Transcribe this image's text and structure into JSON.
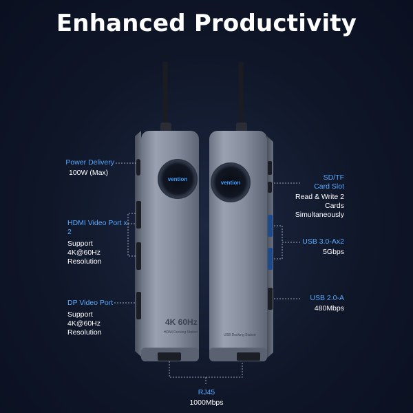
{
  "title": "Enhanced Productivity",
  "product": {
    "brand": "vention",
    "badge_left": "4K 60Hz",
    "subtext_left": "HDMI Docking Station",
    "subtext_right": "USB Docking Station"
  },
  "callouts": {
    "power_delivery": {
      "head": "Power Delivery",
      "detail": "100W (Max)"
    },
    "hdmi": {
      "head": "HDMI Video Port x 2",
      "line1": "Support",
      "line2": "4K@60Hz",
      "line3": "Resolution"
    },
    "dp": {
      "head": "DP Video Port",
      "line1": "Support",
      "line2": "4K@60Hz",
      "line3": "Resolution"
    },
    "sd_tf": {
      "head1": "SD/TF",
      "head2": "Card Slot",
      "line1": "Read & Write 2 Cards",
      "line2": "Simultaneously"
    },
    "usb3": {
      "head": "USB 3.0-Ax2",
      "detail": "5Gbps"
    },
    "usb2": {
      "head": "USB 2.0-A",
      "detail": "480Mbps"
    },
    "rj45": {
      "head": "RJ45",
      "detail": "1000Mbps"
    }
  },
  "colors": {
    "accent": "#5aa9ff",
    "background": "#0f1628",
    "body": "#8a92a3"
  }
}
